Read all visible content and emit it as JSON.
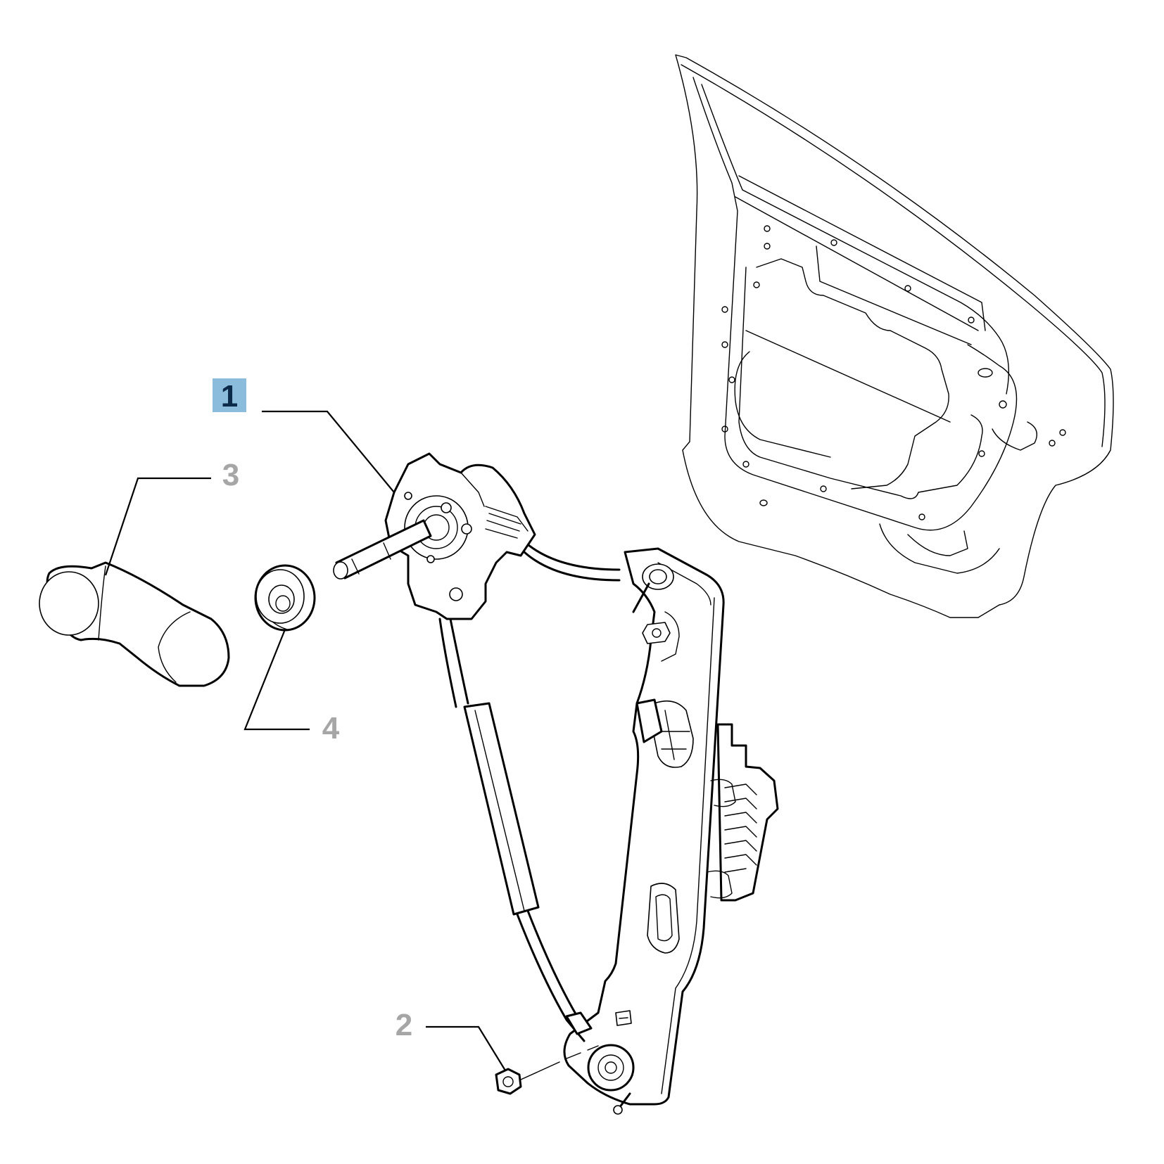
{
  "colors": {
    "highlight_background": "#8bbcdc",
    "active_label": "#0b2a4a",
    "inactive_label": "#a6a6a6",
    "line_art": "#000000"
  },
  "callouts": [
    {
      "label": "1",
      "part": "window-regulator",
      "highlighted": true
    },
    {
      "label": "2",
      "part": "nut",
      "highlighted": false
    },
    {
      "label": "3",
      "part": "window-crank-handle",
      "highlighted": false
    },
    {
      "label": "4",
      "part": "bezel-washer",
      "highlighted": false
    }
  ]
}
